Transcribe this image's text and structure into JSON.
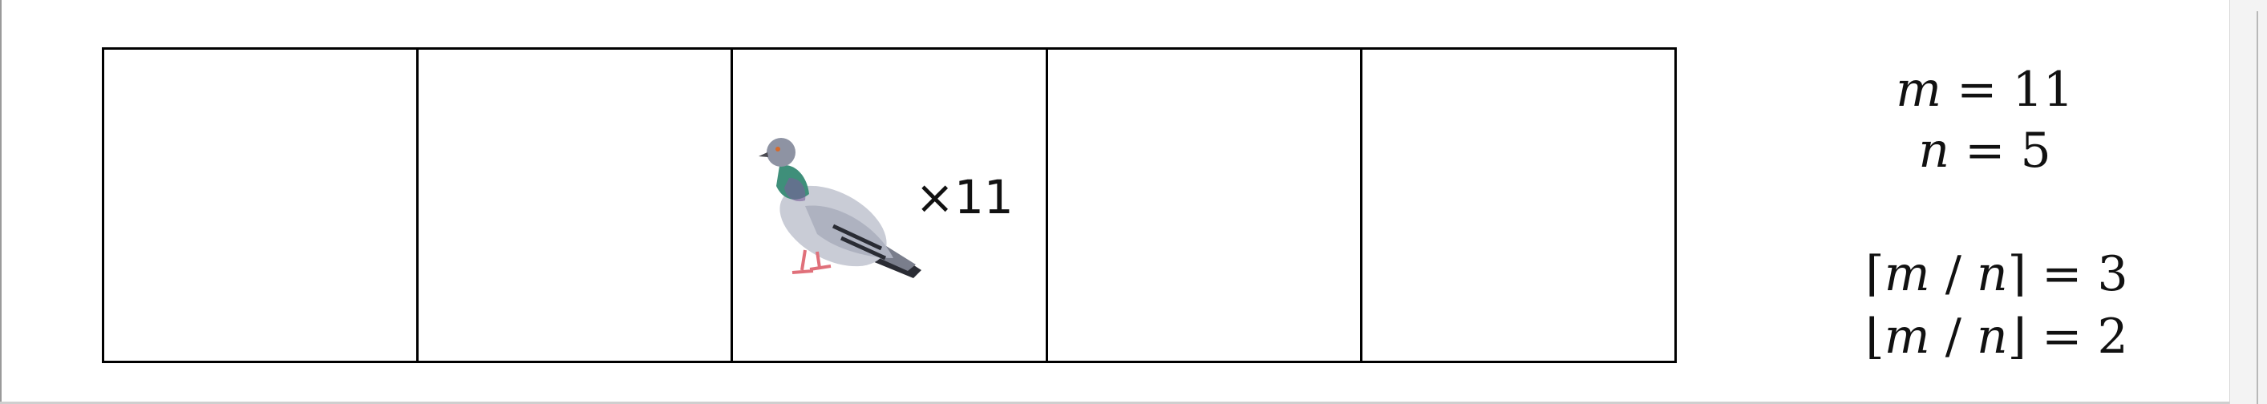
{
  "diagram": {
    "holes": [
      {
        "label": "",
        "count_label": ""
      },
      {
        "label": "",
        "count_label": ""
      },
      {
        "label": "",
        "count_label": "×11",
        "has_pigeon": true
      },
      {
        "label": "",
        "count_label": ""
      },
      {
        "label": "",
        "count_label": ""
      }
    ],
    "pigeon_icon": "pigeon-icon",
    "equations": {
      "m_var": "m",
      "m_rel": " = 11",
      "n_var": "n",
      "n_rel": " = 5",
      "ceil_open": "⌈",
      "ceil_m": "m",
      "ceil_div": " / ",
      "ceil_n": "n",
      "ceil_close": "⌉ = 3",
      "floor_open": "⌊",
      "floor_m": "m",
      "floor_div": " / ",
      "floor_n": "n",
      "floor_close": "⌋ = 2"
    },
    "colors": {
      "border": "#000000",
      "pigeon_body": "#c9ccd6",
      "pigeon_neck": "#3f8f7a",
      "pigeon_feet": "#e0707a"
    }
  }
}
